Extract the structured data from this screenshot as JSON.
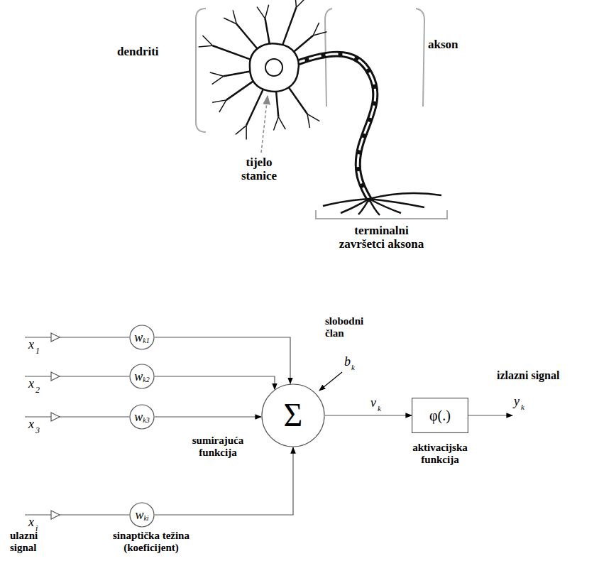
{
  "diagram": {
    "nodes": [
      {
        "text": [
          "w",
          "k1"
        ]
      },
      {
        "text": [
          "w",
          "k2"
        ]
      },
      {
        "text": [
          "w",
          "k3"
        ]
      },
      {
        "text": [
          "w",
          "ki"
        ]
      },
      {
        "text": [
          "Σ"
        ]
      },
      {
        "text": [
          "φ(.)"
        ]
      }
    ],
    "edges": [
      {
        "from": 0,
        "to": 4,
        "arrow": "to"
      },
      {
        "from": 1,
        "to": 4,
        "arrow": "to"
      },
      {
        "from": 2,
        "to": 4,
        "arrow": "to"
      },
      {
        "from": 3,
        "to": 4,
        "arrow": "to"
      },
      {
        "from": 4,
        "to": 5,
        "arrow": "to"
      }
    ],
    "labels": [
      "dendriti",
      "akson",
      "tijelo stanice",
      "terminalni završetci aksona",
      "x",
      "1",
      "x",
      "2",
      "x",
      "3",
      "x",
      "i",
      "slobodni član",
      "b",
      "k",
      "v",
      "k",
      "y",
      "k",
      "izlazni signal",
      "sumirajuća funkcija",
      "aktivacijska funkcija",
      "ulazni signal",
      "sinaptička težina (koeficijent)"
    ]
  }
}
